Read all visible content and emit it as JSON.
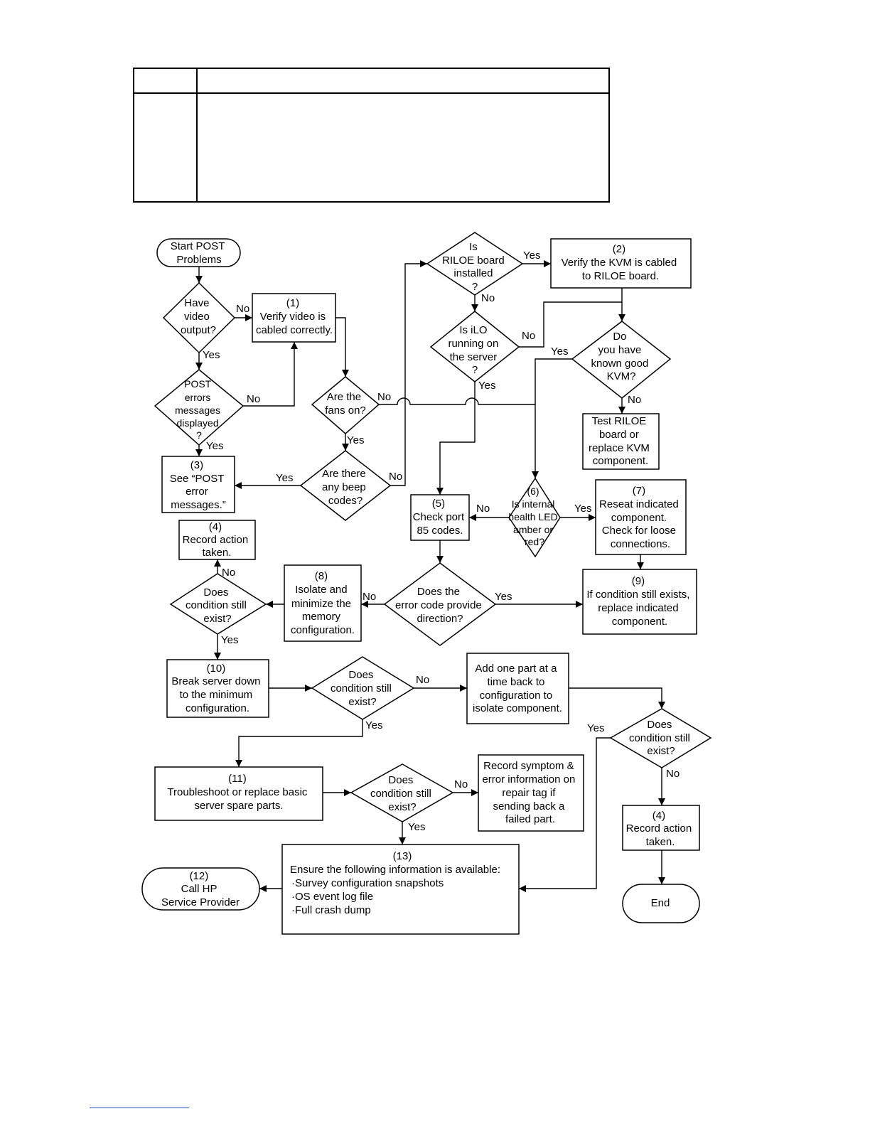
{
  "header_table": {
    "rows": 2,
    "columns": 2,
    "cells": []
  },
  "flowchart": {
    "nodes": {
      "start": [
        "Start POST",
        "Problems"
      ],
      "q_video": [
        "Have",
        "video",
        "output?"
      ],
      "n1": [
        "(1)",
        "Verify video is",
        "cabled correctly."
      ],
      "q_post_err": [
        "POST",
        "errors",
        "messages",
        "displayed",
        "?"
      ],
      "n3": [
        "(3)",
        "See “POST",
        "error",
        "messages.”"
      ],
      "q_fans": [
        "Are the",
        "fans on?"
      ],
      "q_beep": [
        "Are there",
        "any beep",
        "codes?"
      ],
      "q_riloe": [
        "Is",
        "RILOE board",
        "installed",
        "?"
      ],
      "n2": [
        "(2)",
        "Verify the KVM is cabled",
        "to RILOE board."
      ],
      "q_ilo": [
        "Is iLO",
        "running on",
        "the server",
        "?"
      ],
      "q_kvm": [
        "Do",
        "you have",
        "known good",
        "KVM?"
      ],
      "test_riloe": [
        "Test RILOE",
        "board or",
        "replace KVM",
        "component."
      ],
      "n5": [
        "(5)",
        "Check port",
        "85 codes."
      ],
      "q_led": [
        "(6)",
        "Is internal",
        "health LED",
        "amber or",
        "red?"
      ],
      "n7": [
        "(7)",
        "Reseat indicated",
        "component.",
        "Check for loose",
        "connections."
      ],
      "n4a": [
        "(4)",
        "Record action",
        "taken."
      ],
      "q_cond1": [
        "Does",
        "condition still",
        "exist?"
      ],
      "n8": [
        "(8)",
        "Isolate and",
        "minimize the",
        "memory",
        "configuration."
      ],
      "q_direction": [
        "Does the",
        "error code provide",
        "direction?"
      ],
      "n9": [
        "(9)",
        "If condition still exists,",
        "replace indicated",
        "component."
      ],
      "n10": [
        "(10)",
        "Break server down",
        "to the minimum",
        "configuration."
      ],
      "q_cond2": [
        "Does",
        "condition still",
        "exist?"
      ],
      "add_part": [
        "Add one part at a",
        "time back to",
        "configuration to",
        "isolate component."
      ],
      "q_cond3": [
        "Does",
        "condition still",
        "exist?"
      ],
      "n11": [
        "(11)",
        "Troubleshoot or replace basic",
        "server spare parts."
      ],
      "q_cond4": [
        "Does",
        "condition still",
        "exist?"
      ],
      "record_symptom": [
        "Record symptom &",
        "error information on",
        "repair tag if",
        "sending back a",
        "failed part."
      ],
      "n4b": [
        "(4)",
        "Record action",
        "taken."
      ],
      "n13": [
        "(13)",
        "Ensure the following information is available:",
        "·Survey configuration snapshots",
        "·OS event log file",
        "·Full crash dump"
      ],
      "n12": [
        "(12)",
        "Call HP",
        "Service Provider"
      ],
      "end": [
        "End"
      ]
    },
    "edge_labels": {
      "video_no": "No",
      "video_yes": "Yes",
      "post_err_no": "No",
      "post_err_yes": "Yes",
      "fans_no": "No",
      "fans_yes": "Yes",
      "beep_yes": "Yes",
      "beep_no": "No",
      "riloe_yes": "Yes",
      "riloe_no": "No",
      "ilo_no": "No",
      "ilo_yes": "Yes",
      "kvm_yes": "Yes",
      "kvm_no": "No",
      "led_no": "No",
      "led_yes": "Yes",
      "cond1_no": "No",
      "cond1_yes": "Yes",
      "direction_no": "No",
      "direction_yes": "Yes",
      "cond2_no": "No",
      "cond2_yes": "Yes",
      "cond3_yes": "Yes",
      "cond3_no": "No",
      "cond4_no": "No",
      "cond4_yes": "Yes"
    }
  }
}
